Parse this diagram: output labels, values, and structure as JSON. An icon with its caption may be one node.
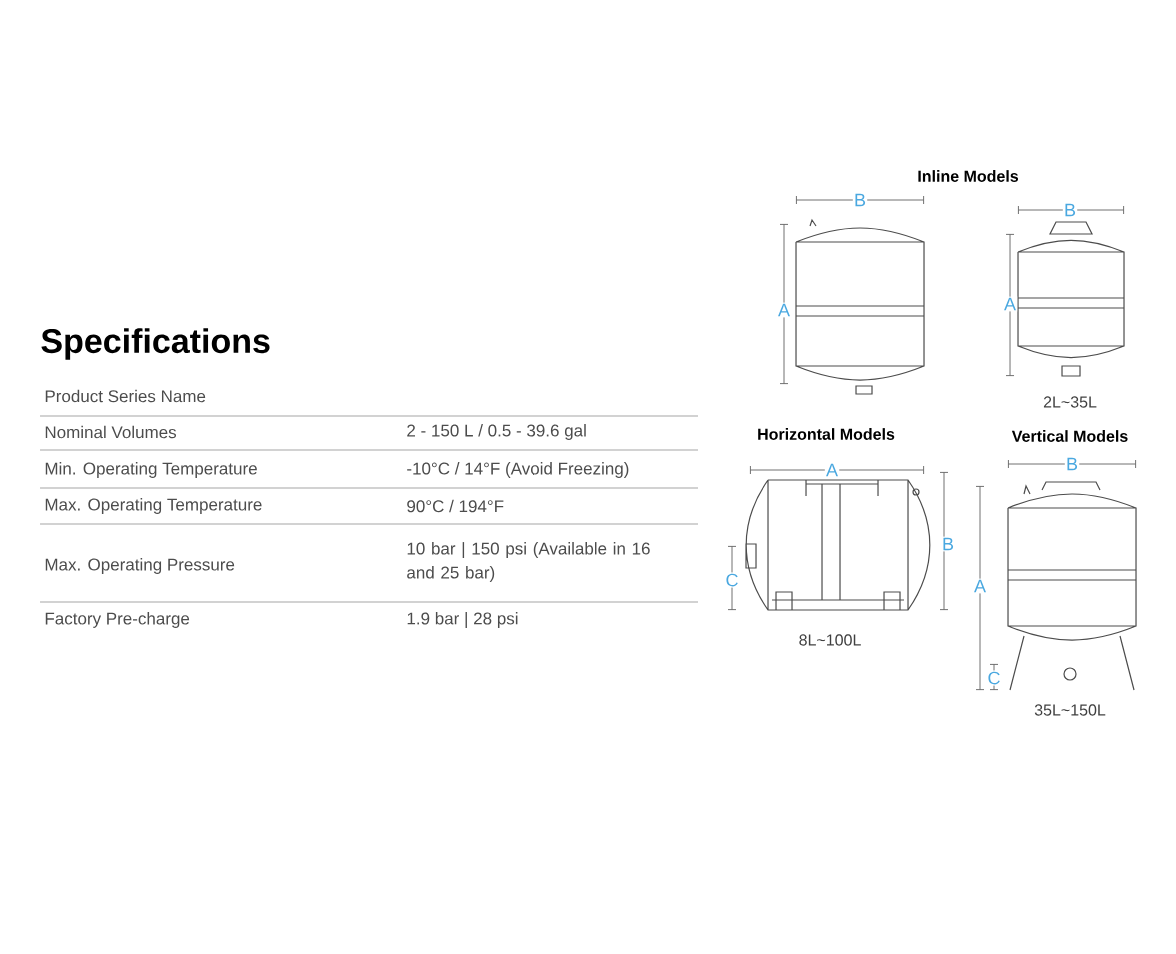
{
  "diagram": {
    "title": "Specifications",
    "labels": [
      "Product Series Name",
      "Nominal Volumes",
      "2 - 150 L / 0.5 - 39.6 gal",
      "Min. Operating Temperature",
      "-10°C / 14°F (Avoid Freezing)",
      "Max. Operating Temperature",
      "90°C / 194°F",
      "Max. Operating Pressure",
      "10 bar | 150 psi (Available in 16 and 25 bar)",
      "Factory Pre-charge",
      "1.9 bar | 28 psi",
      "Inline Models",
      "B",
      "A",
      "B",
      "A",
      "2L~35L",
      "Horizontal Models",
      "A",
      "B",
      "C",
      "8L~100L",
      "Vertical Models",
      "B",
      "A",
      "C",
      "35L~150L"
    ]
  }
}
